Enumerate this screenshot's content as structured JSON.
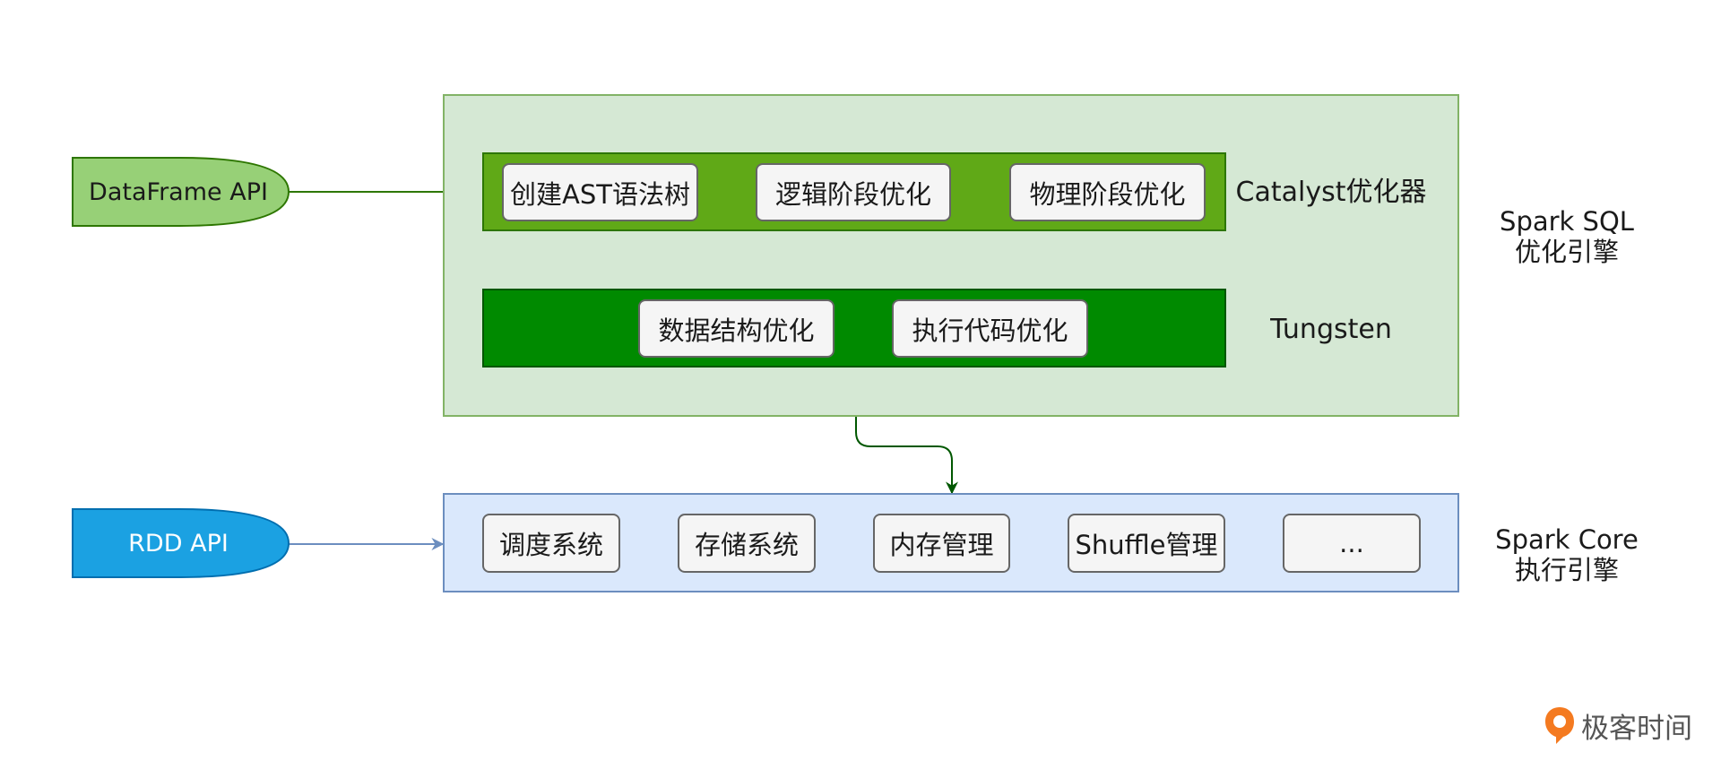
{
  "apis": {
    "dataframe": "DataFrame API",
    "rdd": "RDD API"
  },
  "catalyst": {
    "label": "Catalyst优化器",
    "steps": [
      "创建AST语法树",
      "逻辑阶段优化",
      "物理阶段优化"
    ]
  },
  "tungsten": {
    "label": "Tungsten",
    "steps": [
      "数据结构优化",
      "执行代码优化"
    ]
  },
  "spark_sql": {
    "line1": "Spark SQL",
    "line2": "优化引擎"
  },
  "spark_core": {
    "line1": "Spark Core",
    "line2": "执行引擎",
    "components": [
      "调度系统",
      "存储系统",
      "内存管理",
      "Shuffle管理",
      "..."
    ]
  },
  "brand": {
    "name": "极客时间"
  },
  "colors": {
    "green_arrow": "#2d7600",
    "blue_arrow": "#6c8ebf",
    "dataframe_fill": "#97d077",
    "rdd_fill": "#1ba1e2",
    "logo_orange": "#f47a20"
  }
}
